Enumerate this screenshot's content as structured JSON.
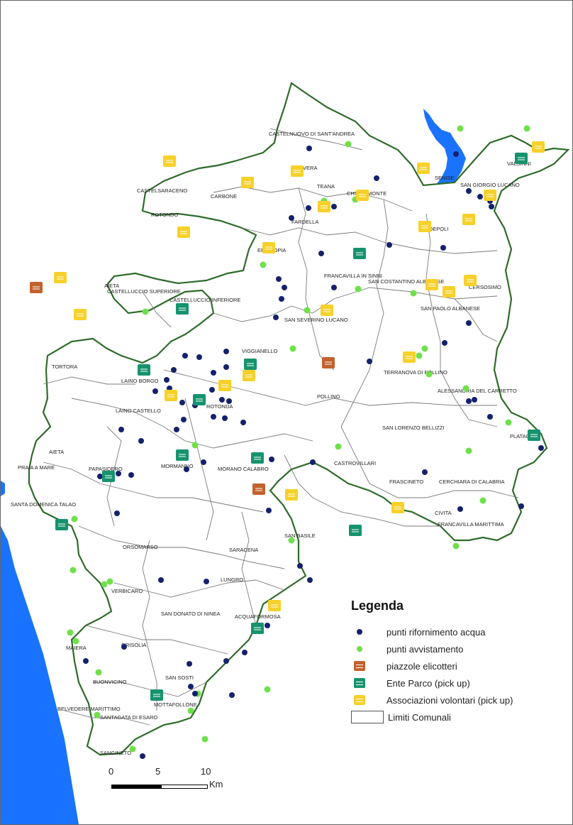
{
  "colors": {
    "park_border": "#2e6b2a",
    "municipal_line": "#7a7a7a",
    "sea": "#1a73ff",
    "lake": "#1a73ff",
    "water_point": "#15216b",
    "watch_point": "#6fe04a",
    "heli": "#c2622e",
    "ente_parco": "#16936e",
    "associazioni": "#f7d12a"
  },
  "legend": {
    "title": "Legenda",
    "items": [
      {
        "label": "punti rifornimento acqua",
        "symbol": "navy-dot"
      },
      {
        "label": "punti avvistamento",
        "symbol": "green-dot"
      },
      {
        "label": "piazzole elicotteri",
        "symbol": "orange-square-icon"
      },
      {
        "label": "Ente Parco (pick up)",
        "symbol": "teal-square-icon"
      },
      {
        "label": "Associazioni volontari (pick up)",
        "symbol": "yellow-square-icon"
      },
      {
        "label": "Limiti Comunali",
        "symbol": "outline-box"
      }
    ]
  },
  "scale": {
    "ticks": [
      "0",
      "5",
      "10"
    ],
    "unit": "Km"
  },
  "towns": [
    "CASTELNUOVO DI SANT'ANDREA",
    "CALVERA",
    "TEANA",
    "CHIAROMONTE",
    "SENISE",
    "VALSINNI",
    "SAN GIORGIO LUCANO",
    "CASTELSARACENO",
    "CARBONE",
    "ROTONDO",
    "FARDELLA",
    "NOEPOLI",
    "EPISCOPIA",
    "AIETA",
    "CASTELLUCCIO SUPERIORE",
    "CASTELLUCCIO INFERIORE",
    "FRANCAVILLA IN SINNI",
    "SAN COSTANTINO ALBANESE",
    "CERSOSIMO",
    "SAN PAOLO ALBANESE",
    "SAN SEVERINO LUCANO",
    "VIGGIANELLO",
    "TORTORA",
    "LAINO BORGO",
    "TERRANOVA DI POLLINO",
    "ROTONDA",
    "POLLINO",
    "ALESSANDRIA DEL CARRETTO",
    "LAINO CASTELLO",
    "SAN LORENZO BELLIZZI",
    "PLATACI",
    "AIETA",
    "PRAIA A MARE",
    "PAPASIDERO",
    "MORMANNO",
    "MORANO CALABRO",
    "CASTROVILLARI",
    "FRASCINETO",
    "CERCHIARA DI CALABRIA",
    "SANTA DOMENICA TALAO",
    "CIVITA",
    "FRANCAVILLA MARITTIMA",
    "SAN BASILE",
    "ORSOMARSO",
    "SARACENA",
    "VERBICARO",
    "LUNGRO",
    "SAN DONATO DI NINEA",
    "ACQUAFORMOSA",
    "MAIERA",
    "GRISOLIA",
    "BUONVICINO",
    "SAN SOSTI",
    "BELVEDERE MARITTIMO",
    "MOTTAFOLLONE",
    "SANTAGATA DI ESARO",
    "SANGINETO"
  ]
}
